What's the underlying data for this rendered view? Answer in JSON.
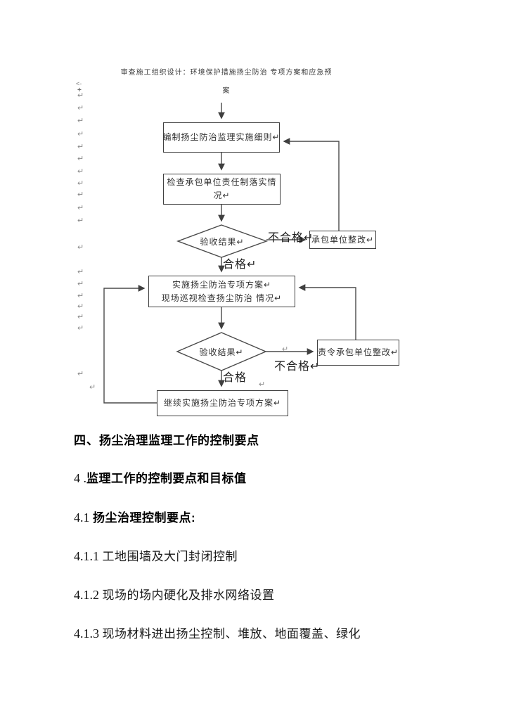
{
  "doc": {
    "title_line1": "审查施工组织设计：环境保护措施扬尘防治 专项方案和应急预",
    "title_line2": "案"
  },
  "margin": {
    "left_arrow_mark": "<-",
    "plus_mark": "+",
    "return_mark": "↵"
  },
  "flowchart": {
    "boxes": {
      "compile": "编制扬尘防治监理实施细则↵",
      "check_line1": "检查承包单位责任制落实情",
      "check_line2": "况↵",
      "decision1": "验收结果↵",
      "rectify1": "承包单位整改↵",
      "implement_line1": "实施扬尘防治专项方案↵",
      "implement_line2": "现场巡视检查扬尘防治 情况↵",
      "decision2": "验收结果↵",
      "rectify2": "责令承包单位整改↵",
      "continue": "继续实施扬尘防治专项方案↵"
    },
    "labels": {
      "fail1": "不合格↵",
      "pass1": "合格↵",
      "fail2": "不合格↵",
      "pass2": "合格",
      "return_mark": "↵"
    },
    "line_color": "#4a4a4a"
  },
  "sections": [
    {
      "num": "四、",
      "text": "扬尘治理监理工作的控制要点"
    },
    {
      "num": "4 .",
      "text": "监理工作的控制要点和目标值"
    },
    {
      "num": "4.1 ",
      "text": "扬尘治理控制要点:"
    },
    {
      "num": "4.1.1 ",
      "text": "工地围墙及大门封闭控制"
    },
    {
      "num": "4.1.2 ",
      "text": "现场的场内硬化及排水网络设置"
    },
    {
      "num": "4.1.3 ",
      "text": "现场材料进出扬尘控制、堆放、地面覆盖、绿化"
    }
  ]
}
